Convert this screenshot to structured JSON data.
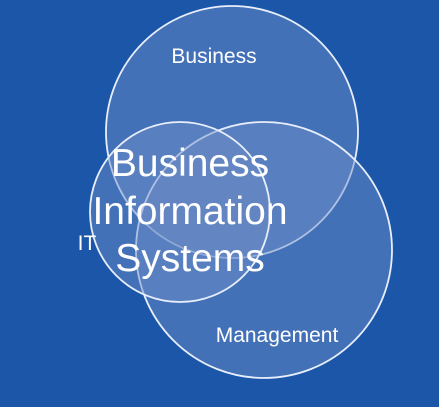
{
  "diagram": {
    "background_color": "#1b56a8",
    "circle_fill": "#6f8fc8",
    "circle_stroke": "#e8eefb",
    "sets": {
      "business": "Business",
      "it": "IT",
      "management": "Management"
    },
    "center_lines": [
      "Business",
      "Information",
      "Systems"
    ]
  }
}
